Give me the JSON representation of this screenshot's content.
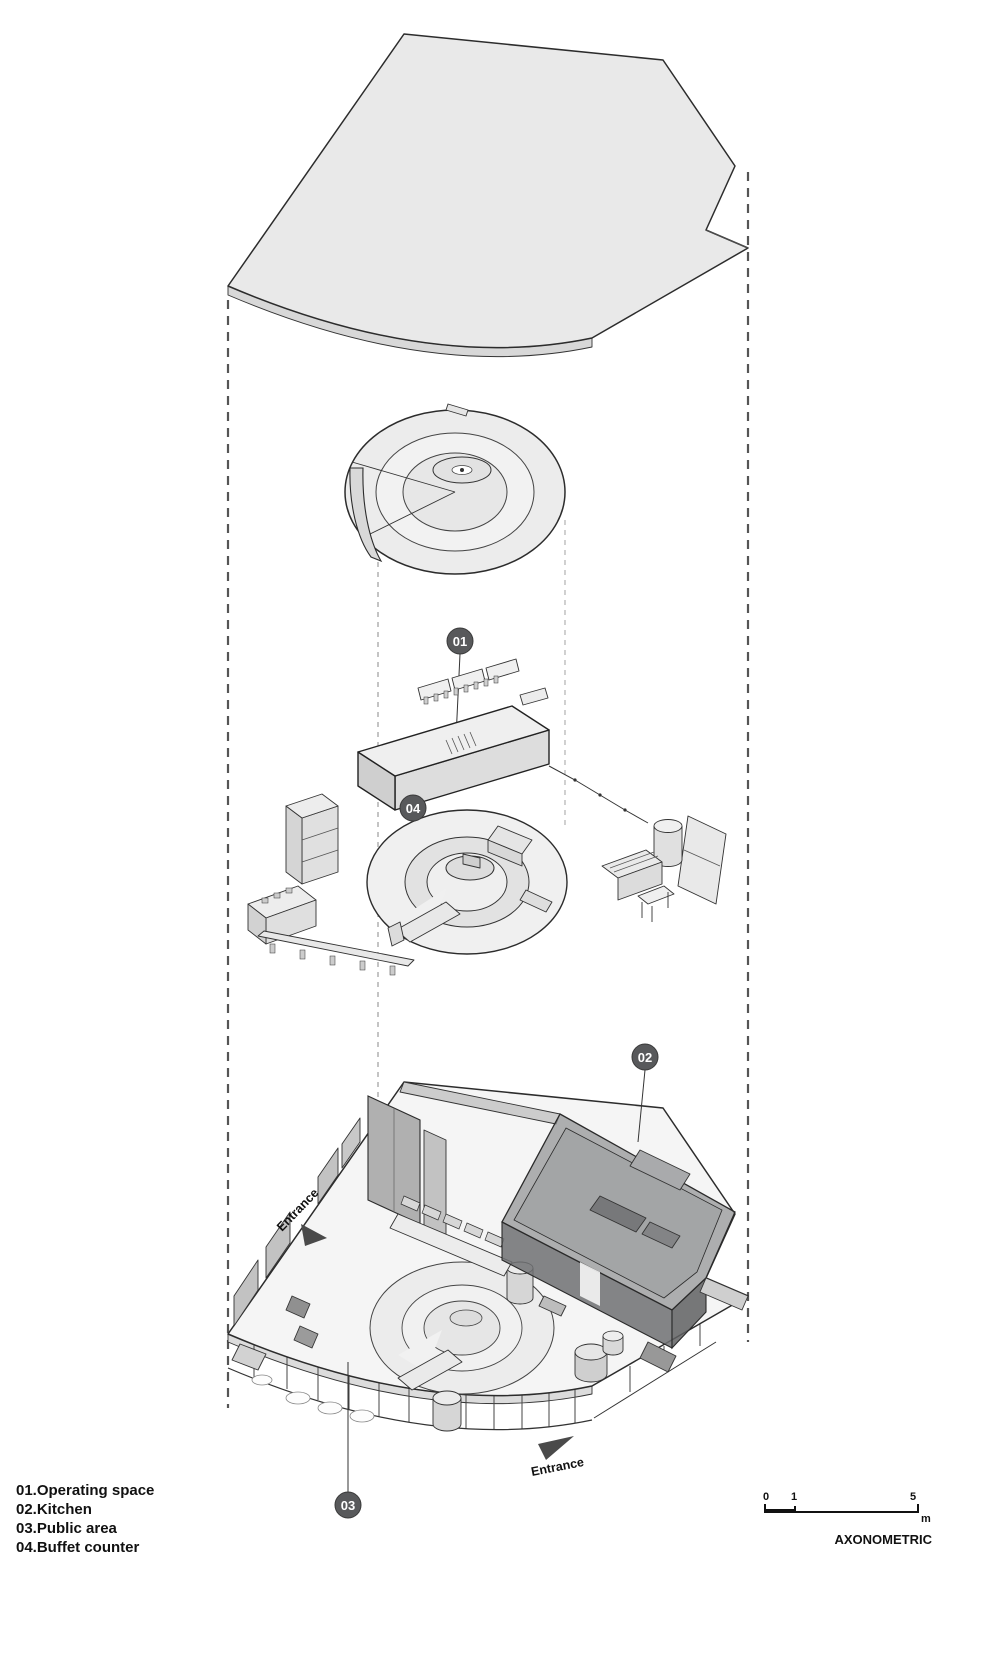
{
  "diagram": {
    "type": "exploded-axonometric",
    "caption": "AXONOMETRIC"
  },
  "legend": {
    "items": [
      "01.Operating space",
      "02.Kitchen",
      "03.Public area",
      "04.Buffet counter"
    ]
  },
  "callouts": {
    "operating_space": "01",
    "kitchen": "02",
    "public_area": "03",
    "buffet_counter": "04"
  },
  "labels": {
    "entrance_upper": "Entrance",
    "entrance_lower": "Entrance"
  },
  "scale_bar": {
    "tick_0": "0",
    "tick_1": "1",
    "tick_5": "5",
    "unit": "m"
  },
  "colors": {
    "callout_badge": "#58595b",
    "roof_fill": "#e9e9e9",
    "canopy_fill": "#ececec",
    "kitchen_wall": "#8f9092",
    "floor_fill": "#f5f5f5",
    "wall_fill": "#b0b0b0",
    "line": "#222222"
  }
}
